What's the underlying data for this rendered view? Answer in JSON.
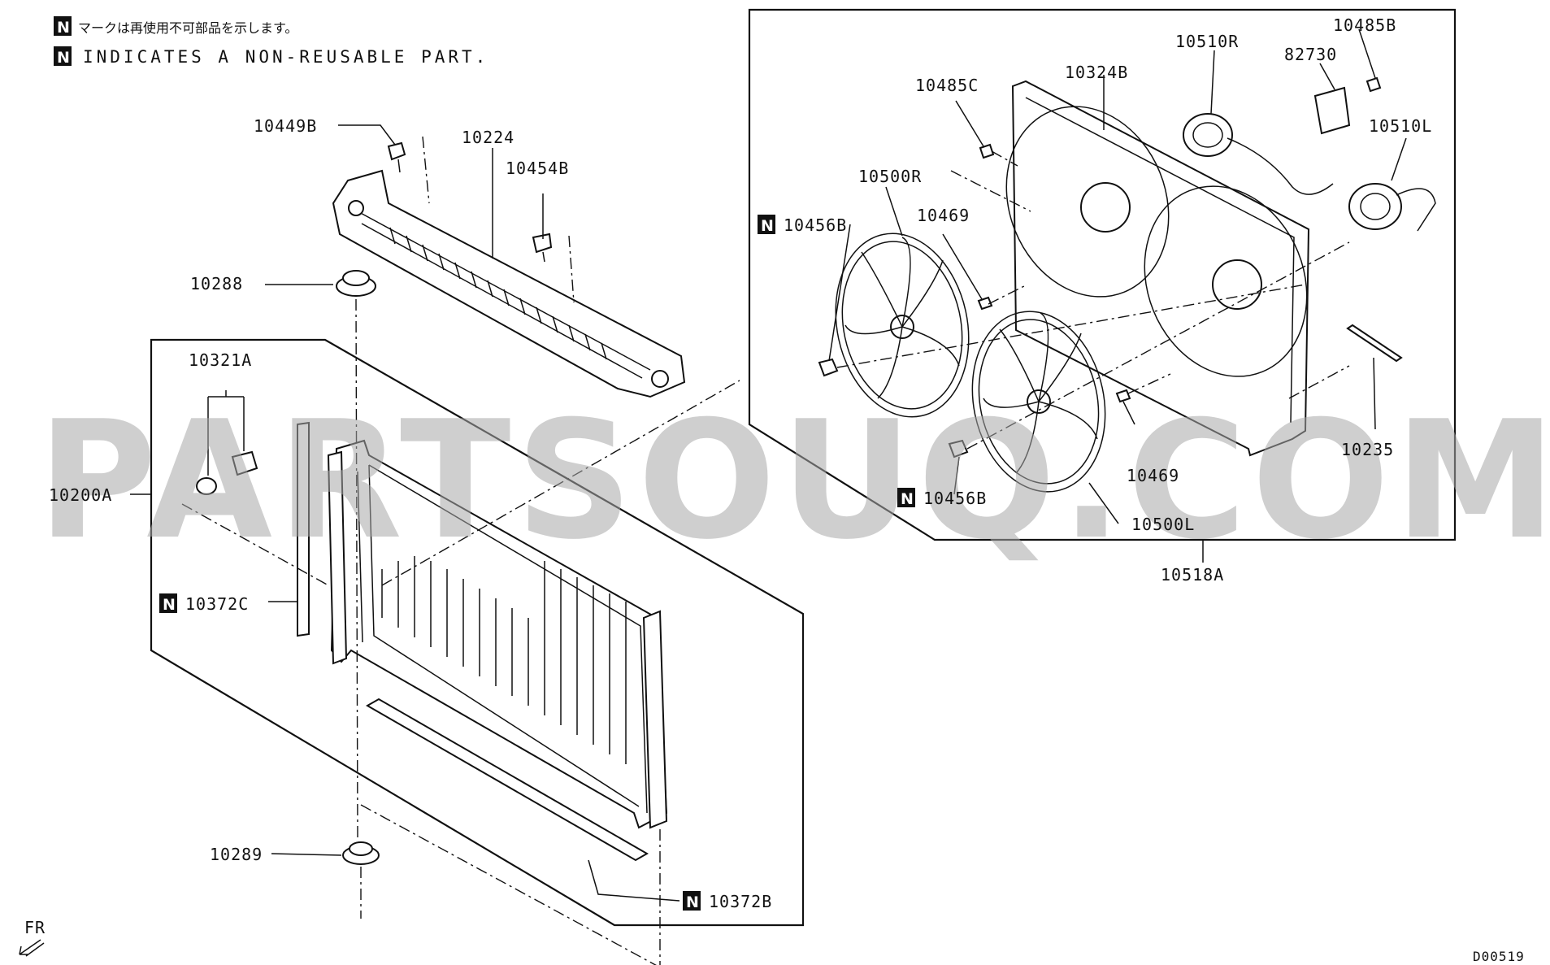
{
  "notes": {
    "badge": "N",
    "japanese": "マークは再使用不可部品を示します。",
    "english": "INDICATES A NON-REUSABLE PART."
  },
  "watermark": "PARTSOUQ.COM",
  "direction_label": "FR",
  "diagram_code": "D00519",
  "callouts": {
    "c10449B": "10449B",
    "c10224": "10224",
    "c10454B": "10454B",
    "c10288": "10288",
    "c10321A": "10321A",
    "c10200A": "10200A",
    "c10372C": "10372C",
    "c10289": "10289",
    "c10372B": "10372B",
    "c10485C": "10485C",
    "c10324B": "10324B",
    "c10510R": "10510R",
    "c82730": "82730",
    "c10485B": "10485B",
    "c10510L": "10510L",
    "c10500R": "10500R",
    "c10469a": "10469",
    "c10456Ba": "10456B",
    "c10469b": "10469",
    "c10235": "10235",
    "c10456Bb": "10456B",
    "c10500L": "10500L",
    "c10518A": "10518A"
  }
}
